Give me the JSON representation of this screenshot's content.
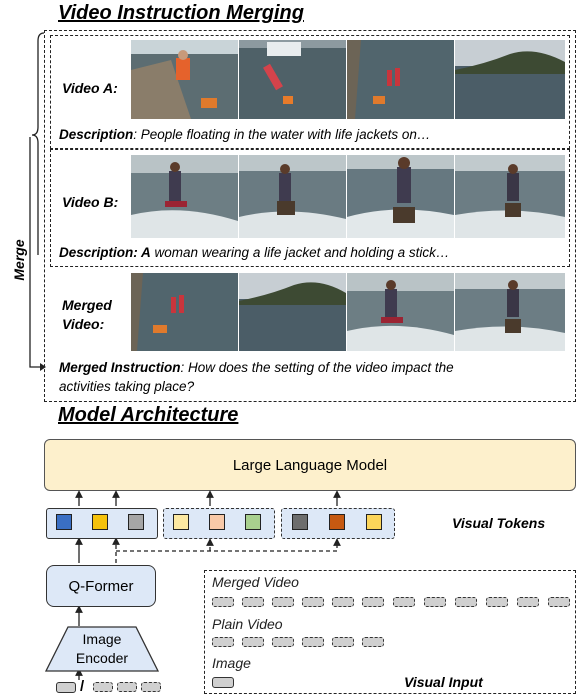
{
  "section1": {
    "title": "Video Instruction Merging",
    "merge_label": "Merge",
    "video_a": {
      "label": "Video A:",
      "desc_key": "Description",
      "desc_text": ": People floating in the water with life jackets on…"
    },
    "video_b": {
      "label": "Video B:",
      "desc_key": "Description: A",
      "desc_text": " woman wearing a life jacket and holding a stick…"
    },
    "merged": {
      "label_line1": "Merged",
      "label_line2": "Video:",
      "instr_key": "Merged Instruction",
      "instr_line1": ": How does the setting of the video impact the",
      "instr_line2": "activities taking place?"
    }
  },
  "section2": {
    "title": "Model Architecture",
    "llm_label": "Large Language Model",
    "qformer_label": "Q-Former",
    "encoder_line1": "Image",
    "encoder_line2": "Encoder",
    "visual_tokens_label": "Visual Tokens",
    "visual_input_label": "Visual Input",
    "merged_video_label": "Merged Video",
    "plain_video_label": "Plain Video",
    "image_label": "Image",
    "slash": "/"
  },
  "colors": {
    "llm_fill": "#fdf0cc",
    "qformer_fill": "#dde8f7",
    "token_group_fill": "#dde8f7",
    "token_blue": "#3a6fc4",
    "token_yellow": "#f5c20c",
    "token_gray": "#a6a6a6",
    "token_light_yellow": "#fde9a2",
    "token_peach": "#f8c9a8",
    "token_green": "#a9d08e",
    "token_dark_gray": "#6d6d6d",
    "token_orange": "#c65911",
    "token_gold": "#fcd55a"
  }
}
